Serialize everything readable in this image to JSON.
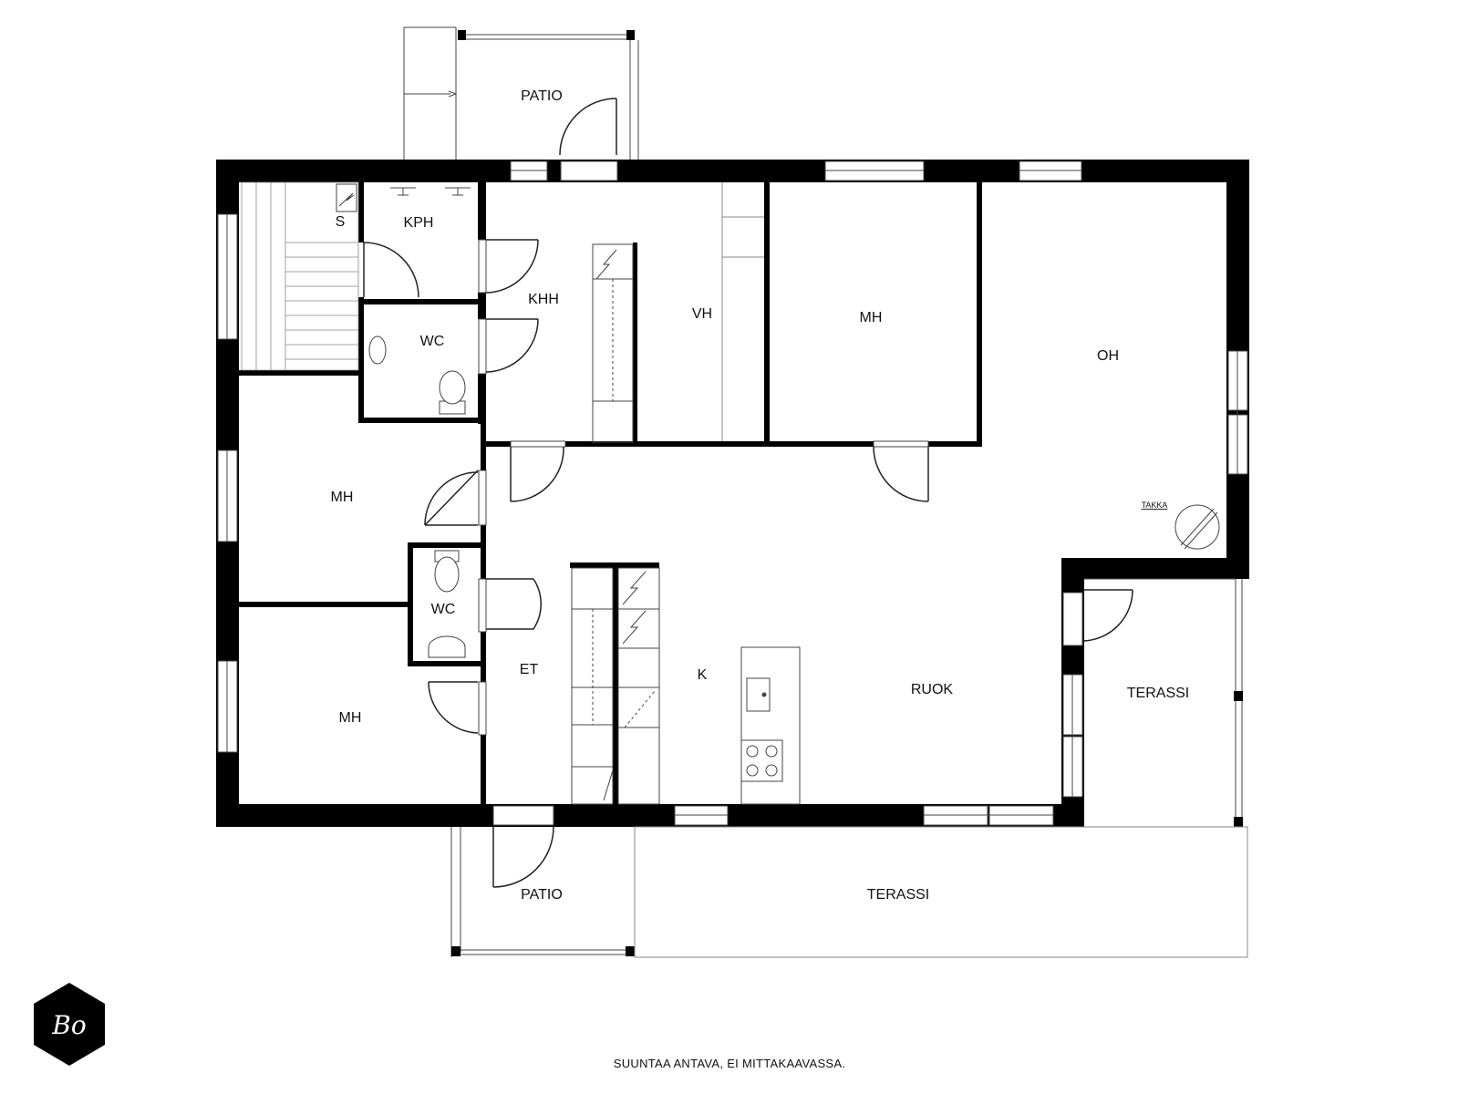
{
  "rooms": {
    "patio_top": "PATIO",
    "s": "S",
    "kph": "KPH",
    "khh": "KHH",
    "vh": "VH",
    "mh_top": "MH",
    "oh": "OH",
    "wc_upper": "WC",
    "mh_left": "MH",
    "wc_lower": "WC",
    "et": "ET",
    "k": "K",
    "ruok": "RUOK",
    "terassi_right": "TERASSI",
    "mh_bottom": "MH",
    "patio_bottom": "PATIO",
    "terassi_bottom": "TERASSI"
  },
  "fireplace_label": "TAKKA",
  "logo_text": "Bo",
  "footer_note": "SUUNTAA ANTAVA, EI MITTAKAAVASSA.",
  "colors": {
    "wall": "#000000",
    "line": "#444444",
    "background": "#ffffff"
  }
}
